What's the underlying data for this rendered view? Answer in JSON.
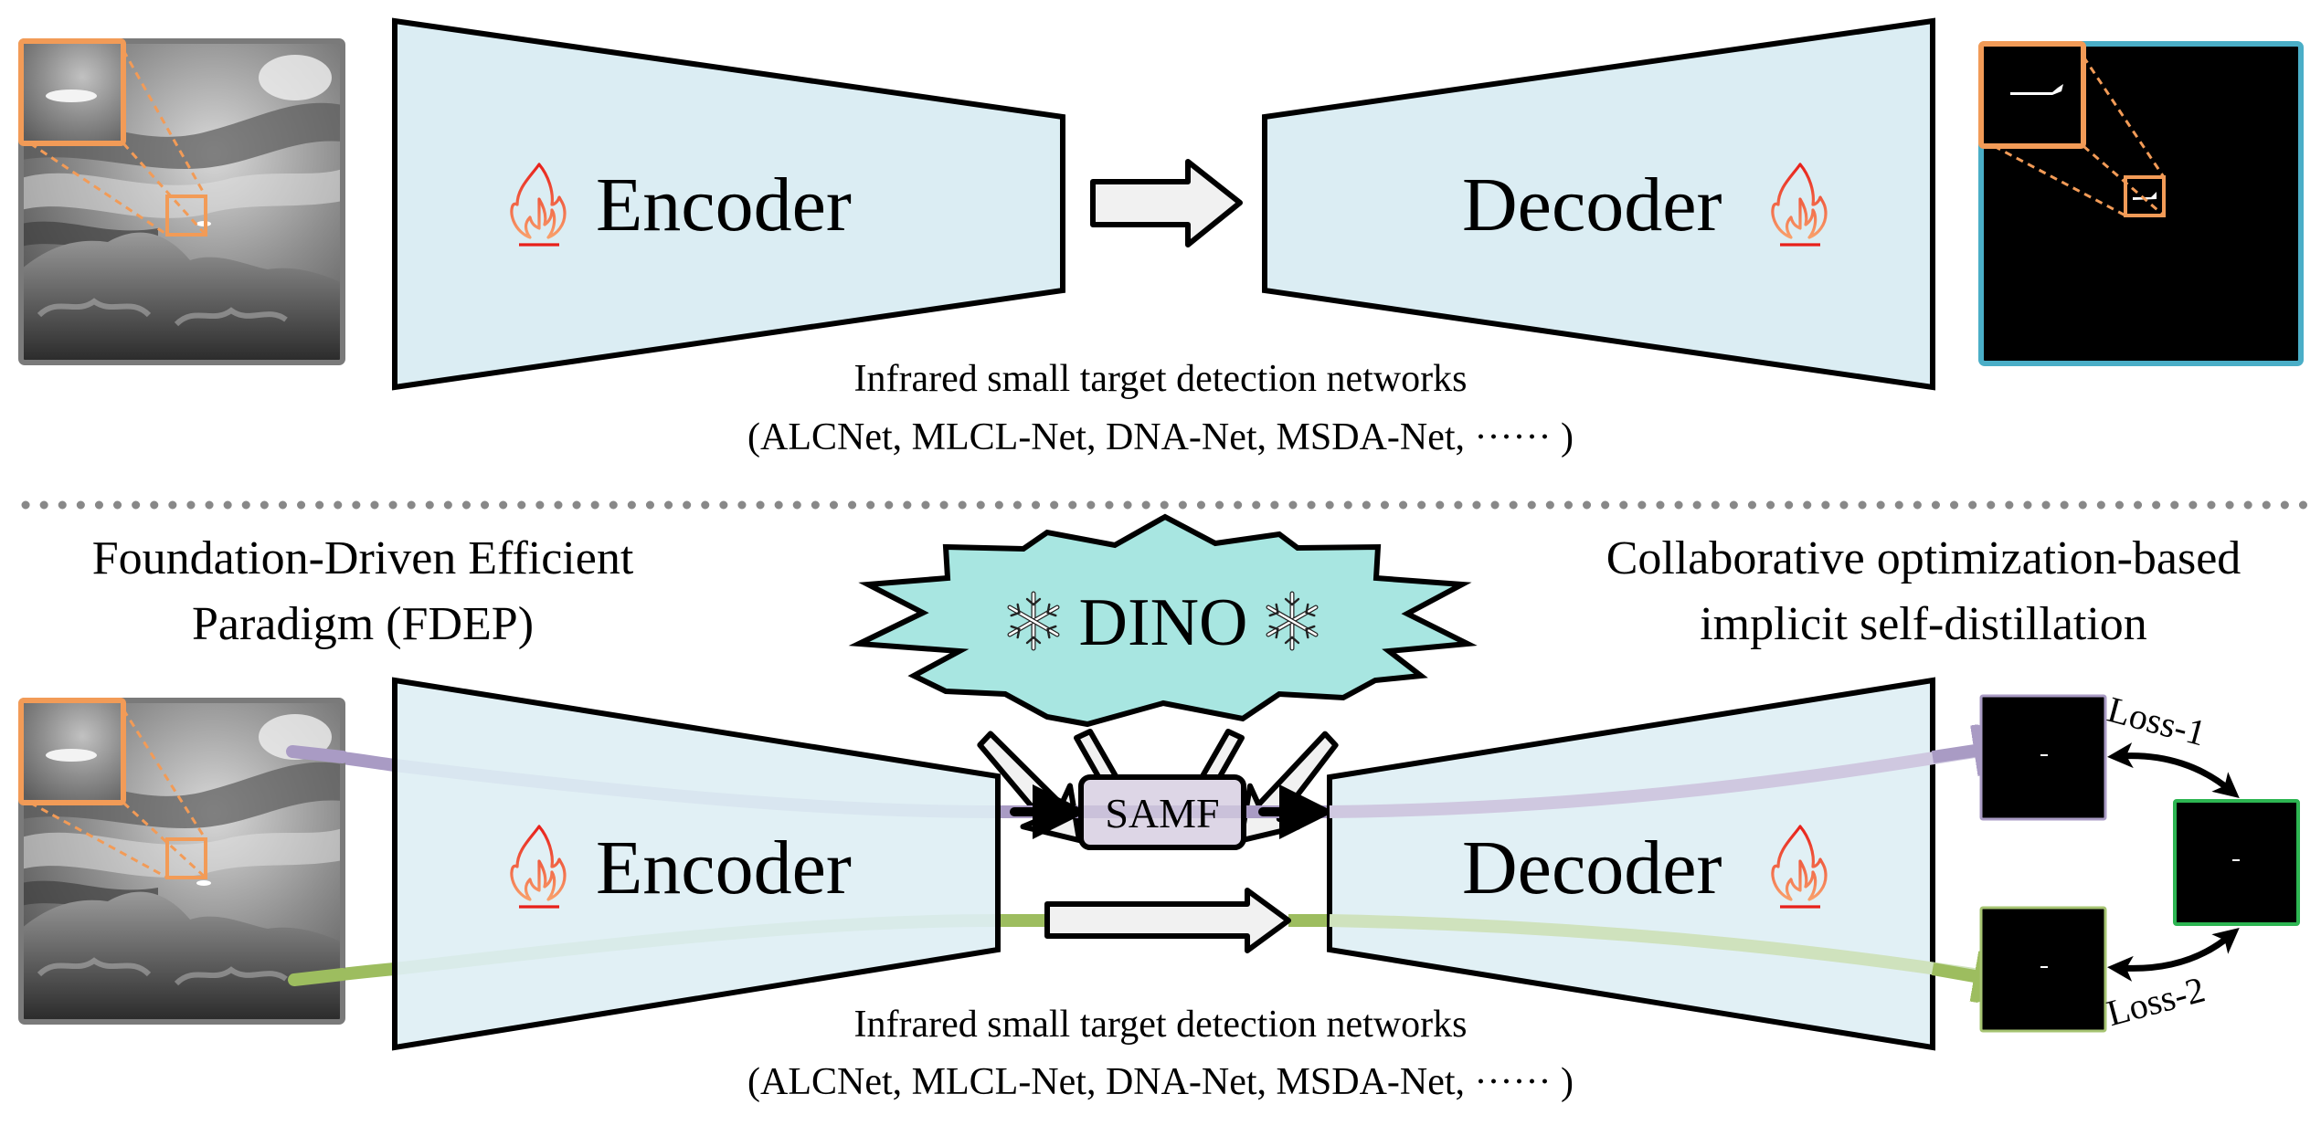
{
  "top_section": {
    "encoder_label": "Encoder",
    "decoder_label": "Decoder",
    "caption_line1": "Infrared small target detection networks",
    "caption_line2": "(ALCNet, MLCL-Net, DNA-Net, MSDA-Net, ······ )",
    "input_image": "infrared-scene-grayscale",
    "output_image": "binary-target-mask"
  },
  "bottom_section": {
    "left_title_line1": "Foundation-Driven Efficient",
    "left_title_line2": "Paradigm (FDEP)",
    "right_title_line1": "Collaborative optimization-based",
    "right_title_line2": "implicit self-distillation",
    "foundation_model_label": "DINO",
    "fusion_module_label": "SAMF",
    "encoder_label": "Encoder",
    "decoder_label": "Decoder",
    "caption_line1": "Infrared small target detection networks",
    "caption_line2": "(ALCNet, MLCL-Net, DNA-Net, MSDA-Net, ······ )",
    "loss1_label": "Loss-1",
    "loss2_label": "Loss-2"
  },
  "icons": {
    "trainable": "flame-icon",
    "frozen": "snowflake-icon"
  },
  "colors": {
    "network_fill": "#dbedf3",
    "dino_fill": "#a8e6e1",
    "samf_fill": "#ddd6e6",
    "purple_path": "#a99bc4",
    "green_path": "#9dbd5f",
    "zoom_box": "#f29b57",
    "mask_border": "#4aaec7",
    "teacher_border": "#2db552",
    "divider": "#888888",
    "flame": "#f0463c"
  }
}
